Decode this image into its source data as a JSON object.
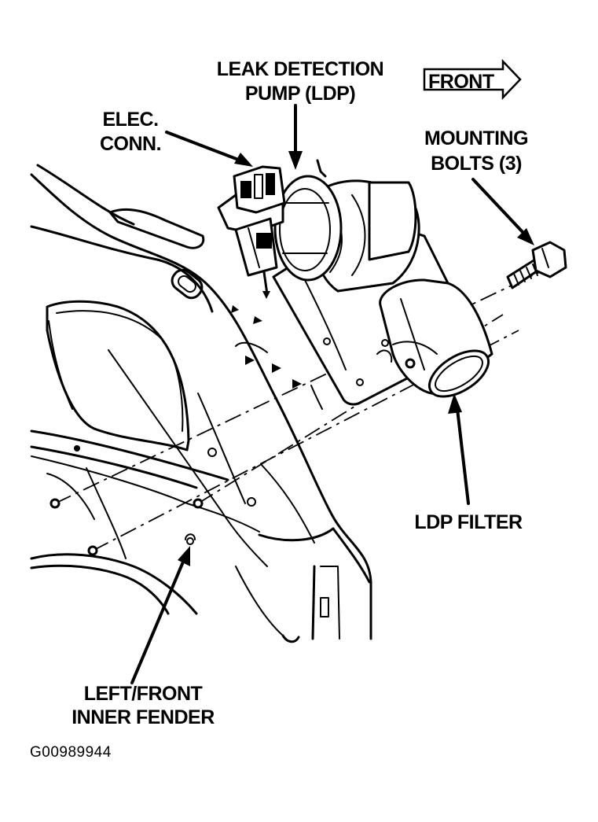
{
  "labels": {
    "leak_pump_line1": "LEAK DETECTION",
    "leak_pump_line2": "PUMP (LDP)",
    "front": "FRONT",
    "elec_line1": "ELEC.",
    "elec_line2": "CONN.",
    "bolts_line1": "MOUNTING",
    "bolts_line2": "BOLTS (3)",
    "filter": "LDP FILTER",
    "fender_line1": "LEFT/FRONT",
    "fender_line2": "INNER FENDER",
    "figure_code": "G00989944"
  },
  "icons": {
    "front_arrow": "outlined-right-arrow",
    "callout_arrows": "solid-arrowheads"
  },
  "colors": {
    "ink": "#000000",
    "background": "#ffffff"
  }
}
